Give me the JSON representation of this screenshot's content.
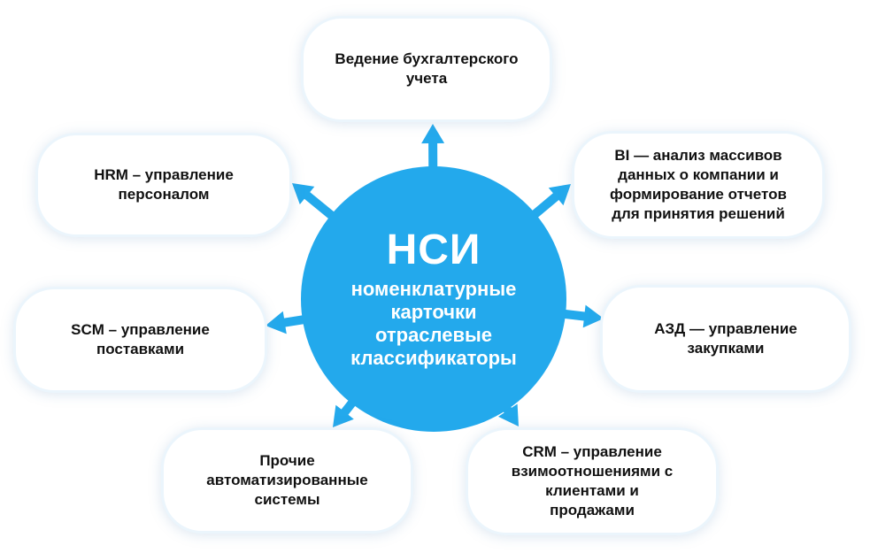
{
  "hub": {
    "title": "НСИ",
    "lines": [
      "номенклатурные",
      "карточки",
      "отраслевые",
      "классификаторы"
    ]
  },
  "nodes": {
    "accounting": "Ведение бухгалтерского\nучета",
    "hrm": "HRM – управление\nперсоналом",
    "bi": "BI — анализ массивов\nданных о компании и\nформирование отчетов\nдля принятия решений",
    "scm": "SCM – управление\nпоставками",
    "azd": "АЗД — управление\nзакупками",
    "other": "Прочие\nавтоматизированные\nсистемы",
    "crm": "CRM – управление\nвзимоотношениями с\nклиентами и\nпродажами"
  },
  "colors": {
    "hub": "#23a9ec",
    "arrow": "#23a9ec",
    "node_border": "#ebf5fc"
  }
}
